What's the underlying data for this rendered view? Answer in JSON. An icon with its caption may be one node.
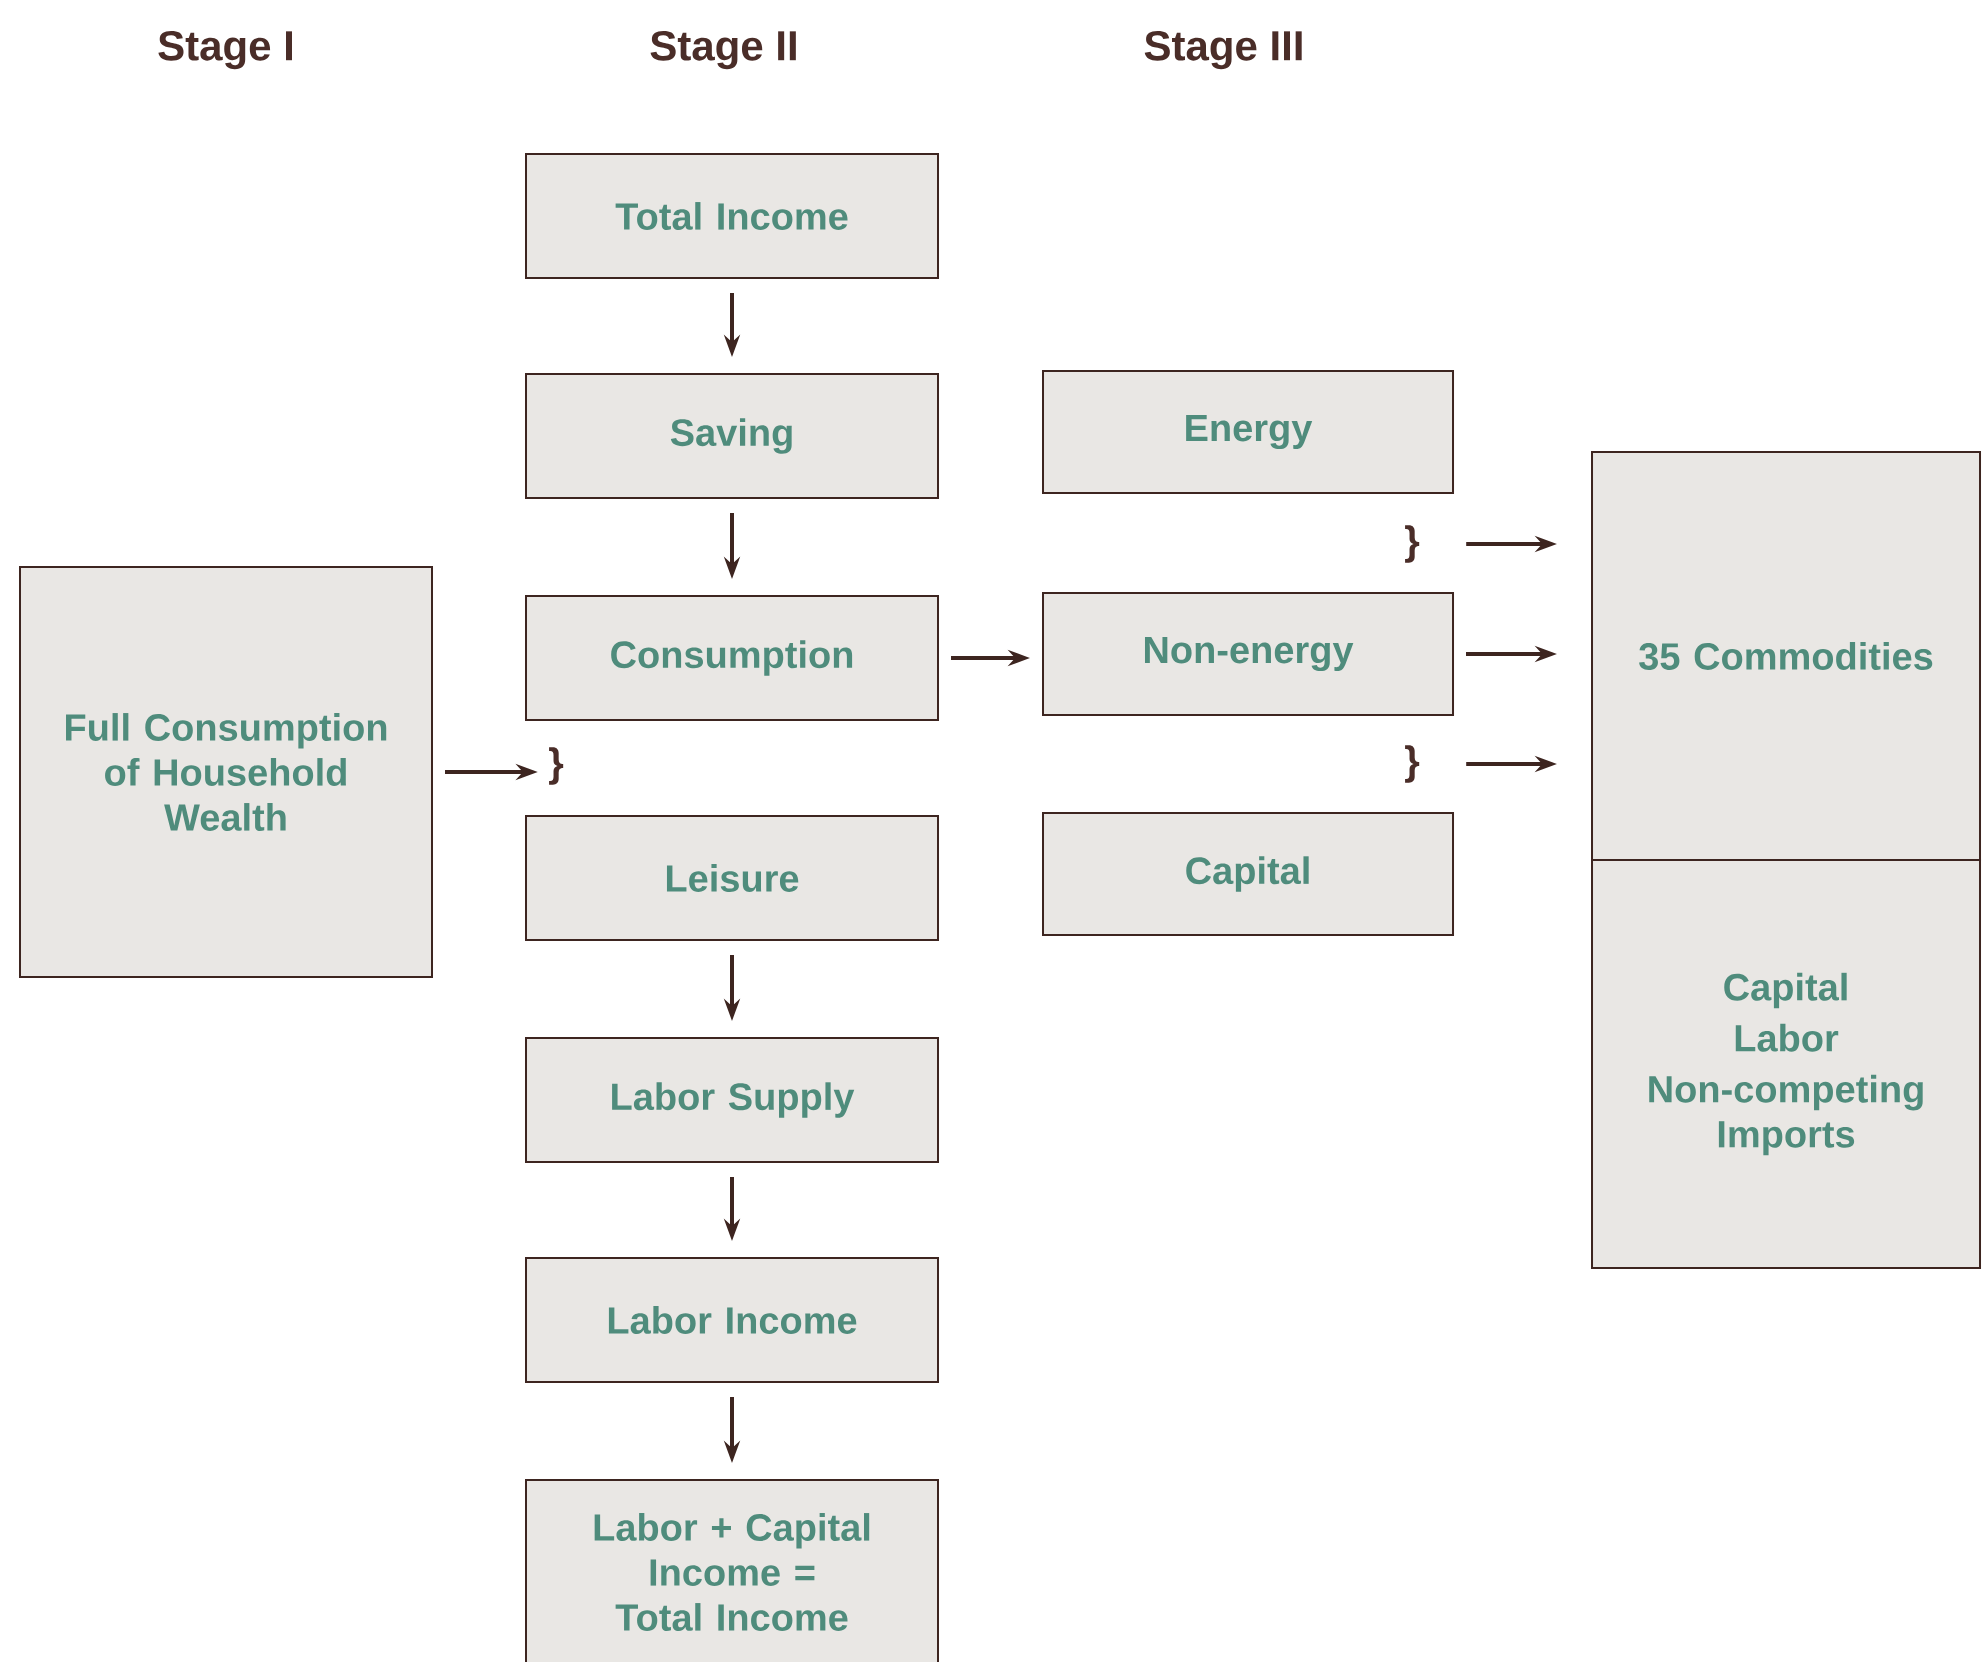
{
  "diagram": {
    "nodes": [
      {
        "text": [
          "Full Consumption of Household Wealth"
        ]
      },
      {
        "text": [
          "Total Income"
        ]
      },
      {
        "text": [
          "Saving"
        ]
      },
      {
        "text": [
          "Consumption"
        ]
      },
      {
        "text": [
          "}"
        ]
      },
      {
        "text": [
          "Leisure"
        ]
      },
      {
        "text": [
          "Labor Supply"
        ]
      },
      {
        "text": [
          "Labor Income"
        ]
      },
      {
        "text": [
          "Labor + Capital Income = Total Income"
        ]
      },
      {
        "text": [
          "Energy"
        ]
      },
      {
        "text": [
          "}"
        ]
      },
      {
        "text": [
          "Non-energy"
        ]
      },
      {
        "text": [
          "}"
        ]
      },
      {
        "text": [
          "Capital"
        ]
      },
      {
        "text": [
          "35 Commodities"
        ]
      },
      {
        "text": [
          "Capital",
          "Labor",
          "Non-competing Imports"
        ]
      }
    ],
    "edges": [
      {
        "from": 1,
        "to": 2,
        "arrow": "to"
      },
      {
        "from": 2,
        "to": 3,
        "arrow": "to"
      },
      {
        "from": 5,
        "to": 6,
        "arrow": "to"
      },
      {
        "from": 6,
        "to": 7,
        "arrow": "to"
      },
      {
        "from": 7,
        "to": 8,
        "arrow": "to"
      },
      {
        "from": 3,
        "to": 11,
        "arrow": "to"
      },
      {
        "from": 0,
        "to": 4,
        "arrow": "to"
      },
      {
        "from": 10,
        "to": 14,
        "arrow": "to"
      },
      {
        "from": 11,
        "to": 14,
        "arrow": "to"
      },
      {
        "from": 12,
        "to": 14,
        "arrow": "to"
      }
    ],
    "labels": [
      "Stage I",
      "Stage II",
      "Stage III"
    ]
  }
}
